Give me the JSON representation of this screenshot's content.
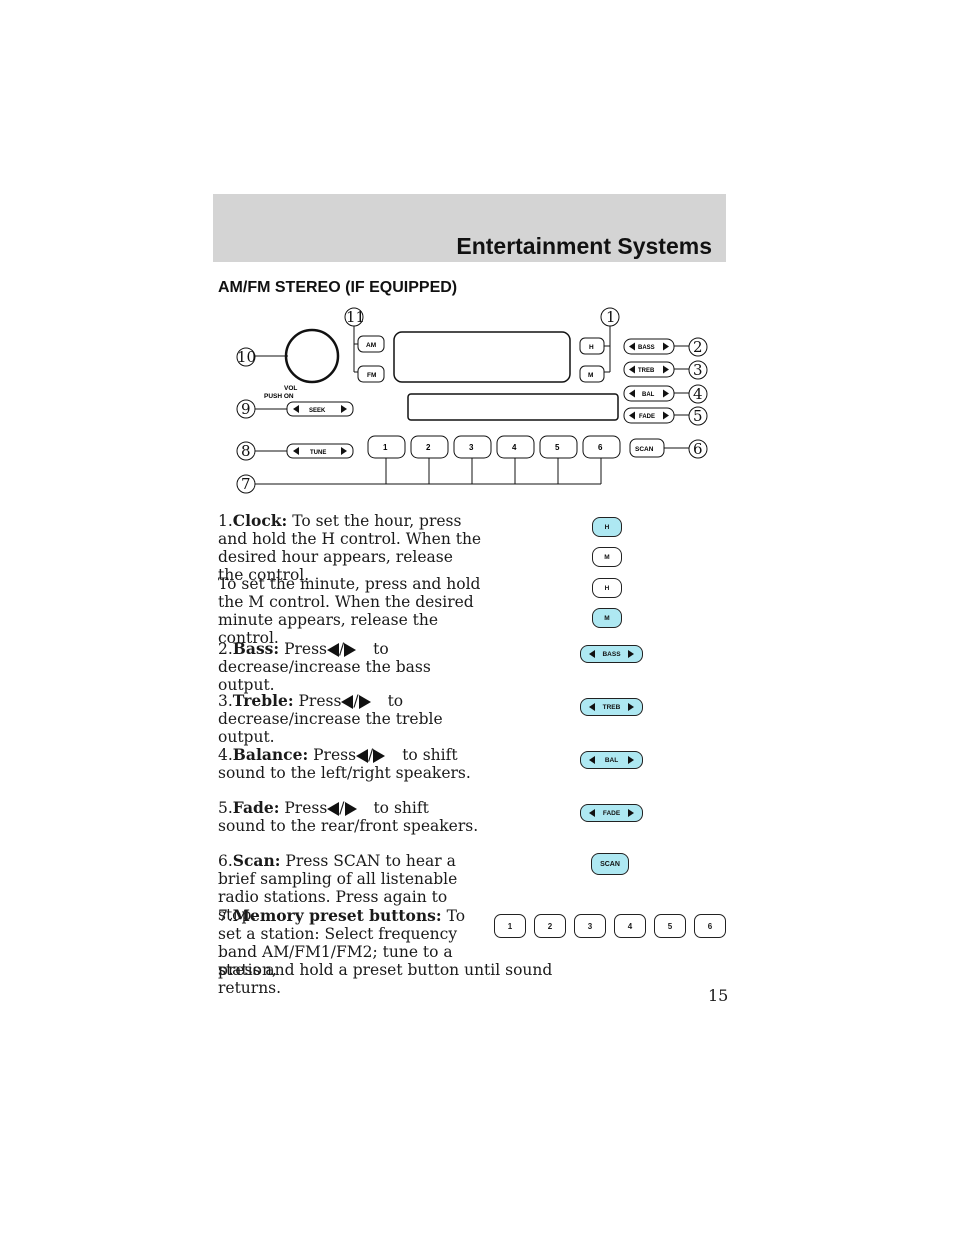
{
  "header": {
    "title": "Entertainment Systems"
  },
  "section": {
    "title": "AM/FM STEREO (IF EQUIPPED)"
  },
  "diagram": {
    "callouts": [
      "1",
      "2",
      "3",
      "4",
      "5",
      "6",
      "7",
      "8",
      "9",
      "10",
      "11"
    ],
    "buttons": {
      "am": "AM",
      "fm": "FM",
      "h": "H",
      "m": "M",
      "bass": "BASS",
      "treb": "TREB",
      "bal": "BAL",
      "fade": "FADE",
      "scan": "SCAN",
      "seek": "SEEK",
      "tune": "TUNE",
      "vol_line1": "VOL",
      "vol_line2": "PUSH ON"
    },
    "presets": [
      "1",
      "2",
      "3",
      "4",
      "5",
      "6"
    ]
  },
  "items": {
    "clock": {
      "num": "1.",
      "label": "Clock:",
      "text": "To set the hour, press and hold the H control. When the desired hour appears, release the control."
    },
    "clock_minute": {
      "text": "To set the minute, press and hold the M control. When the desired minute appears, release the control."
    },
    "bass": {
      "num": "2.",
      "label": "Bass:",
      "pre": "Press",
      "slash": "/",
      "post": "to",
      "text": "decrease/increase the bass output."
    },
    "treble": {
      "num": "3.",
      "label": "Treble:",
      "pre": "Press",
      "slash": "/",
      "post": "to",
      "text": "decrease/increase the treble output."
    },
    "balance": {
      "num": "4.",
      "label": "Balance:",
      "pre": "Press",
      "slash": "/",
      "post": "to shift",
      "text": "sound to the left/right speakers."
    },
    "fade": {
      "num": "5.",
      "label": "Fade:",
      "pre": "Press",
      "slash": "/",
      "post": "to shift",
      "text": "sound to the rear/front speakers."
    },
    "scan": {
      "num": "6.",
      "label": "Scan:",
      "text": "Press SCAN to hear a brief sampling of all listenable radio stations. Press again to stop."
    },
    "memory": {
      "num": "7.",
      "label": "Memory preset buttons:",
      "text1": "To set a station: Select frequency band AM/FM1/FM2; tune to a station,",
      "text2": "press and hold a preset button until sound returns."
    }
  },
  "side_buttons": {
    "h": "H",
    "m": "M",
    "bass": "BASS",
    "treb": "TREB",
    "bal": "BAL",
    "fade": "FADE",
    "scan": "SCAN",
    "presets": [
      "1",
      "2",
      "3",
      "4",
      "5",
      "6"
    ]
  },
  "page": {
    "number": "15"
  }
}
